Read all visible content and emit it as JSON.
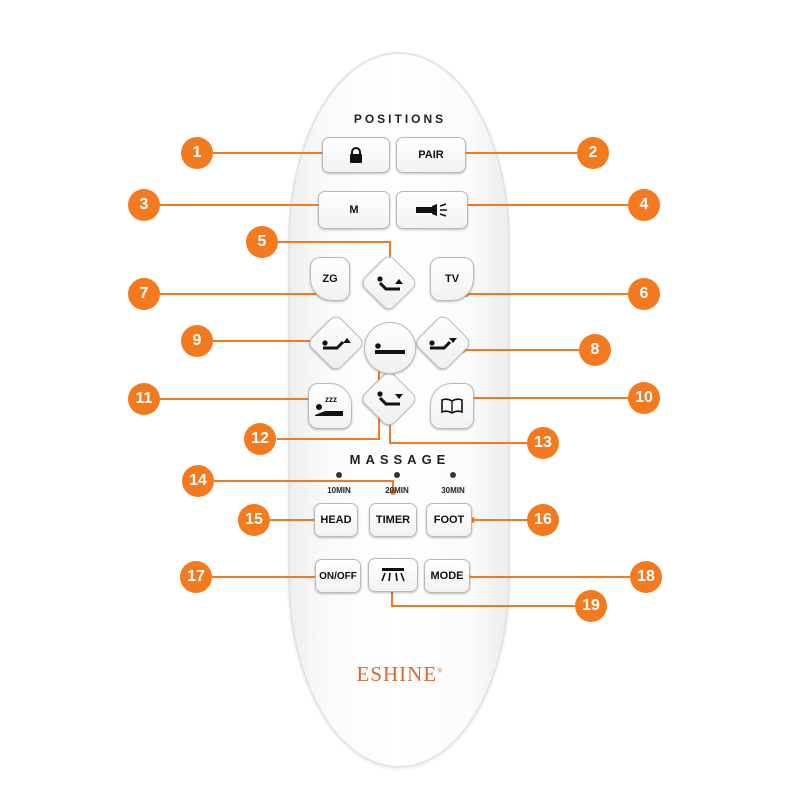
{
  "colors": {
    "accent": "#f47a1f",
    "brand": "#d86a2a"
  },
  "remote": {
    "positions_label": "POSITIONS",
    "massage_label": "MASSAGE",
    "brand": "ESHINE",
    "brand_mark": "®",
    "buttons": {
      "lock_icon": "lock-icon",
      "pair": "PAIR",
      "memory": "M",
      "flashlight_icon": "flashlight-icon",
      "zg": "ZG",
      "tv": "TV",
      "head": "HEAD",
      "timer": "TIMER",
      "foot": "FOOT",
      "onoff": "ON/OFF",
      "mode": "MODE"
    },
    "timer_marks": [
      "10MIN",
      "20MIN",
      "30MIN"
    ]
  },
  "callouts": [
    "1",
    "2",
    "3",
    "4",
    "5",
    "6",
    "7",
    "8",
    "9",
    "10",
    "11",
    "12",
    "13",
    "14",
    "15",
    "16",
    "17",
    "18",
    "19"
  ]
}
